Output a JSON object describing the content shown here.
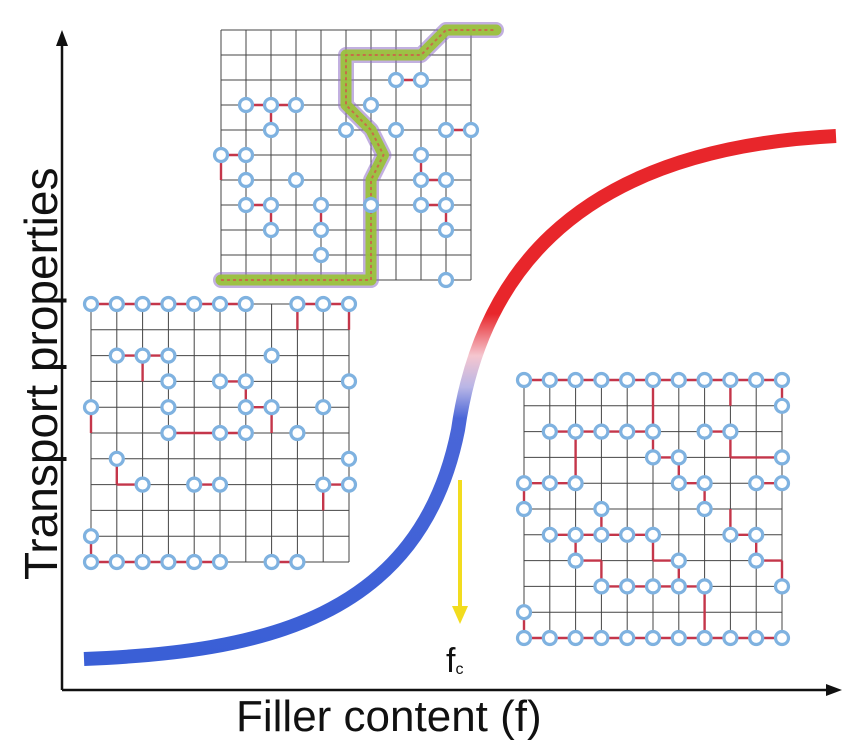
{
  "axes": {
    "y_label": "Transport properties",
    "x_label": "Filler content (f)",
    "threshold_label": "f",
    "threshold_subscript": "c"
  },
  "colors": {
    "axis": "#111111",
    "curve_low": "#3a5fd6",
    "curve_mid": "#f2b8c2",
    "curve_high": "#e8262b",
    "arrow": "#f2dc1e",
    "grid": "#444444",
    "particle": "#7fb2e0",
    "link": "#c4364a",
    "path_green": "#9bc23c",
    "path_purple": "#8f6fc7"
  },
  "lattices": [
    {
      "id": "percolated",
      "n": 11,
      "particles": [
        [
          1,
          3
        ],
        [
          2,
          3
        ],
        [
          3,
          3
        ],
        [
          2,
          4
        ],
        [
          5,
          4
        ],
        [
          7,
          4
        ],
        [
          9,
          4
        ],
        [
          10,
          4
        ],
        [
          0,
          5
        ],
        [
          1,
          5
        ],
        [
          1,
          6
        ],
        [
          3,
          6
        ],
        [
          8,
          5
        ],
        [
          8,
          6
        ],
        [
          9,
          6
        ],
        [
          1,
          7
        ],
        [
          2,
          7
        ],
        [
          2,
          8
        ],
        [
          4,
          7
        ],
        [
          6,
          7
        ],
        [
          8,
          7
        ],
        [
          9,
          7
        ],
        [
          9,
          8
        ],
        [
          4,
          8
        ],
        [
          4,
          9
        ],
        [
          9,
          10
        ],
        [
          6,
          3
        ],
        [
          7,
          2
        ],
        [
          8,
          2
        ]
      ],
      "links": [
        [
          [
            1,
            3
          ],
          [
            2,
            3
          ]
        ],
        [
          [
            2,
            3
          ],
          [
            3,
            3
          ]
        ],
        [
          [
            2,
            3
          ],
          [
            2,
            4
          ]
        ],
        [
          [
            9,
            4
          ],
          [
            10,
            4
          ]
        ],
        [
          [
            0,
            5
          ],
          [
            1,
            5
          ]
        ],
        [
          [
            0,
            5
          ],
          [
            0,
            6
          ]
        ],
        [
          [
            8,
            5
          ],
          [
            8,
            6
          ]
        ],
        [
          [
            8,
            6
          ],
          [
            9,
            6
          ]
        ],
        [
          [
            1,
            7
          ],
          [
            2,
            7
          ]
        ],
        [
          [
            2,
            7
          ],
          [
            2,
            8
          ]
        ],
        [
          [
            8,
            7
          ],
          [
            9,
            7
          ]
        ],
        [
          [
            9,
            7
          ],
          [
            9,
            8
          ]
        ],
        [
          [
            4,
            7
          ],
          [
            4,
            8
          ]
        ],
        [
          [
            7,
            2
          ],
          [
            8,
            2
          ]
        ]
      ],
      "path": [
        [
          0,
          10
        ],
        [
          6,
          10
        ],
        [
          6,
          8
        ],
        [
          6,
          6
        ],
        [
          6.5,
          5
        ],
        [
          6,
          4
        ],
        [
          5,
          3
        ],
        [
          5,
          1
        ],
        [
          6,
          1
        ],
        [
          8,
          1
        ],
        [
          9,
          0
        ],
        [
          11,
          0
        ]
      ]
    },
    {
      "id": "sparse",
      "n": 11,
      "particles": [
        [
          0,
          0
        ],
        [
          1,
          0
        ],
        [
          2,
          0
        ],
        [
          3,
          0
        ],
        [
          4,
          0
        ],
        [
          5,
          0
        ],
        [
          6,
          0
        ],
        [
          8,
          0
        ],
        [
          9,
          0
        ],
        [
          10,
          0
        ],
        [
          2,
          2
        ],
        [
          3,
          2
        ],
        [
          1,
          2
        ],
        [
          7,
          2
        ],
        [
          10,
          3
        ],
        [
          0,
          4
        ],
        [
          3,
          3
        ],
        [
          5,
          3
        ],
        [
          6,
          3
        ],
        [
          6,
          4
        ],
        [
          7,
          4
        ],
        [
          8,
          5
        ],
        [
          9,
          4
        ],
        [
          3,
          5
        ],
        [
          5,
          5
        ],
        [
          6,
          5
        ],
        [
          3,
          4
        ],
        [
          1,
          6
        ],
        [
          2,
          7
        ],
        [
          4,
          7
        ],
        [
          5,
          7
        ],
        [
          9,
          7
        ],
        [
          10,
          6
        ],
        [
          10,
          7
        ],
        [
          0,
          9
        ],
        [
          0,
          10
        ],
        [
          1,
          10
        ],
        [
          2,
          10
        ],
        [
          3,
          10
        ],
        [
          4,
          10
        ],
        [
          5,
          10
        ],
        [
          7,
          10
        ],
        [
          8,
          10
        ]
      ],
      "links": [
        [
          [
            0,
            0
          ],
          [
            1,
            0
          ]
        ],
        [
          [
            1,
            0
          ],
          [
            2,
            0
          ]
        ],
        [
          [
            2,
            0
          ],
          [
            3,
            0
          ]
        ],
        [
          [
            3,
            0
          ],
          [
            4,
            0
          ]
        ],
        [
          [
            4,
            0
          ],
          [
            5,
            0
          ]
        ],
        [
          [
            5,
            0
          ],
          [
            6,
            0
          ]
        ],
        [
          [
            8,
            0
          ],
          [
            9,
            0
          ]
        ],
        [
          [
            9,
            0
          ],
          [
            10,
            0
          ]
        ],
        [
          [
            8,
            0
          ],
          [
            8,
            1
          ]
        ],
        [
          [
            10,
            0
          ],
          [
            10,
            1
          ]
        ],
        [
          [
            1,
            2
          ],
          [
            2,
            2
          ]
        ],
        [
          [
            2,
            2
          ],
          [
            3,
            2
          ]
        ],
        [
          [
            2,
            2
          ],
          [
            2,
            3
          ]
        ],
        [
          [
            5,
            3
          ],
          [
            6,
            3
          ]
        ],
        [
          [
            6,
            3
          ],
          [
            6,
            4
          ]
        ],
        [
          [
            6,
            4
          ],
          [
            7,
            4
          ]
        ],
        [
          [
            7,
            4
          ],
          [
            7,
            5
          ]
        ],
        [
          [
            3,
            5
          ],
          [
            5,
            5
          ]
        ],
        [
          [
            5,
            5
          ],
          [
            6,
            5
          ]
        ],
        [
          [
            0,
            4
          ],
          [
            0,
            5
          ]
        ],
        [
          [
            1,
            6
          ],
          [
            1,
            7
          ]
        ],
        [
          [
            1,
            7
          ],
          [
            2,
            7
          ]
        ],
        [
          [
            9,
            7
          ],
          [
            10,
            7
          ]
        ],
        [
          [
            9,
            7
          ],
          [
            9,
            8
          ]
        ],
        [
          [
            4,
            7
          ],
          [
            5,
            7
          ]
        ],
        [
          [
            0,
            10
          ],
          [
            1,
            10
          ]
        ],
        [
          [
            1,
            10
          ],
          [
            2,
            10
          ]
        ],
        [
          [
            2,
            10
          ],
          [
            3,
            10
          ]
        ],
        [
          [
            3,
            10
          ],
          [
            4,
            10
          ]
        ],
        [
          [
            4,
            10
          ],
          [
            5,
            10
          ]
        ],
        [
          [
            0,
            9
          ],
          [
            0,
            10
          ]
        ],
        [
          [
            7,
            10
          ],
          [
            8,
            10
          ]
        ]
      ],
      "path": []
    },
    {
      "id": "dense",
      "n": 11,
      "particles": [
        [
          0,
          0
        ],
        [
          1,
          0
        ],
        [
          2,
          0
        ],
        [
          3,
          0
        ],
        [
          4,
          0
        ],
        [
          5,
          0
        ],
        [
          6,
          0
        ],
        [
          7,
          0
        ],
        [
          8,
          0
        ],
        [
          9,
          0
        ],
        [
          10,
          0
        ],
        [
          10,
          1
        ],
        [
          1,
          2
        ],
        [
          2,
          2
        ],
        [
          3,
          2
        ],
        [
          4,
          2
        ],
        [
          5,
          2
        ],
        [
          7,
          2
        ],
        [
          8,
          2
        ],
        [
          10,
          3
        ],
        [
          5,
          3
        ],
        [
          6,
          3
        ],
        [
          0,
          4
        ],
        [
          1,
          4
        ],
        [
          2,
          4
        ],
        [
          6,
          4
        ],
        [
          7,
          4
        ],
        [
          9,
          4
        ],
        [
          10,
          4
        ],
        [
          0,
          5
        ],
        [
          3,
          5
        ],
        [
          7,
          5
        ],
        [
          1,
          6
        ],
        [
          2,
          6
        ],
        [
          3,
          6
        ],
        [
          4,
          6
        ],
        [
          5,
          6
        ],
        [
          8,
          6
        ],
        [
          9,
          6
        ],
        [
          2,
          7
        ],
        [
          6,
          7
        ],
        [
          9,
          7
        ],
        [
          3,
          8
        ],
        [
          4,
          8
        ],
        [
          5,
          8
        ],
        [
          6,
          8
        ],
        [
          7,
          8
        ],
        [
          10,
          8
        ],
        [
          0,
          9
        ],
        [
          0,
          10
        ],
        [
          1,
          10
        ],
        [
          2,
          10
        ],
        [
          3,
          10
        ],
        [
          4,
          10
        ],
        [
          5,
          10
        ],
        [
          6,
          10
        ],
        [
          7,
          10
        ],
        [
          8,
          10
        ],
        [
          9,
          10
        ],
        [
          10,
          10
        ]
      ],
      "links": [
        [
          [
            0,
            0
          ],
          [
            10,
            0
          ]
        ],
        [
          [
            10,
            0
          ],
          [
            10,
            1
          ]
        ],
        [
          [
            5,
            0
          ],
          [
            5,
            2
          ]
        ],
        [
          [
            8,
            0
          ],
          [
            8,
            1
          ]
        ],
        [
          [
            1,
            2
          ],
          [
            5,
            2
          ]
        ],
        [
          [
            5,
            2
          ],
          [
            5,
            3
          ]
        ],
        [
          [
            5,
            3
          ],
          [
            6,
            3
          ]
        ],
        [
          [
            6,
            3
          ],
          [
            6,
            4
          ]
        ],
        [
          [
            6,
            4
          ],
          [
            7,
            4
          ]
        ],
        [
          [
            7,
            4
          ],
          [
            7,
            5
          ]
        ],
        [
          [
            7,
            2
          ],
          [
            8,
            2
          ]
        ],
        [
          [
            8,
            2
          ],
          [
            8,
            3
          ]
        ],
        [
          [
            8,
            3
          ],
          [
            10,
            3
          ]
        ],
        [
          [
            2,
            2
          ],
          [
            2,
            4
          ]
        ],
        [
          [
            0,
            4
          ],
          [
            2,
            4
          ]
        ],
        [
          [
            0,
            4
          ],
          [
            0,
            5
          ]
        ],
        [
          [
            1,
            6
          ],
          [
            5,
            6
          ]
        ],
        [
          [
            3,
            5
          ],
          [
            3,
            6
          ]
        ],
        [
          [
            2,
            6
          ],
          [
            2,
            7
          ]
        ],
        [
          [
            2,
            7
          ],
          [
            3,
            7
          ]
        ],
        [
          [
            3,
            7
          ],
          [
            3,
            8
          ]
        ],
        [
          [
            3,
            8
          ],
          [
            7,
            8
          ]
        ],
        [
          [
            6,
            7
          ],
          [
            6,
            8
          ]
        ],
        [
          [
            7,
            8
          ],
          [
            7,
            10
          ]
        ],
        [
          [
            5,
            6
          ],
          [
            5,
            7
          ]
        ],
        [
          [
            5,
            7
          ],
          [
            6,
            7
          ]
        ],
        [
          [
            8,
            6
          ],
          [
            9,
            6
          ]
        ],
        [
          [
            9,
            6
          ],
          [
            9,
            7
          ]
        ],
        [
          [
            8,
            5
          ],
          [
            8,
            6
          ]
        ],
        [
          [
            9,
            4
          ],
          [
            10,
            4
          ]
        ],
        [
          [
            9,
            7
          ],
          [
            10,
            7
          ]
        ],
        [
          [
            10,
            7
          ],
          [
            10,
            8
          ]
        ],
        [
          [
            0,
            10
          ],
          [
            10,
            10
          ]
        ],
        [
          [
            0,
            9
          ],
          [
            0,
            10
          ]
        ]
      ],
      "path": []
    }
  ]
}
